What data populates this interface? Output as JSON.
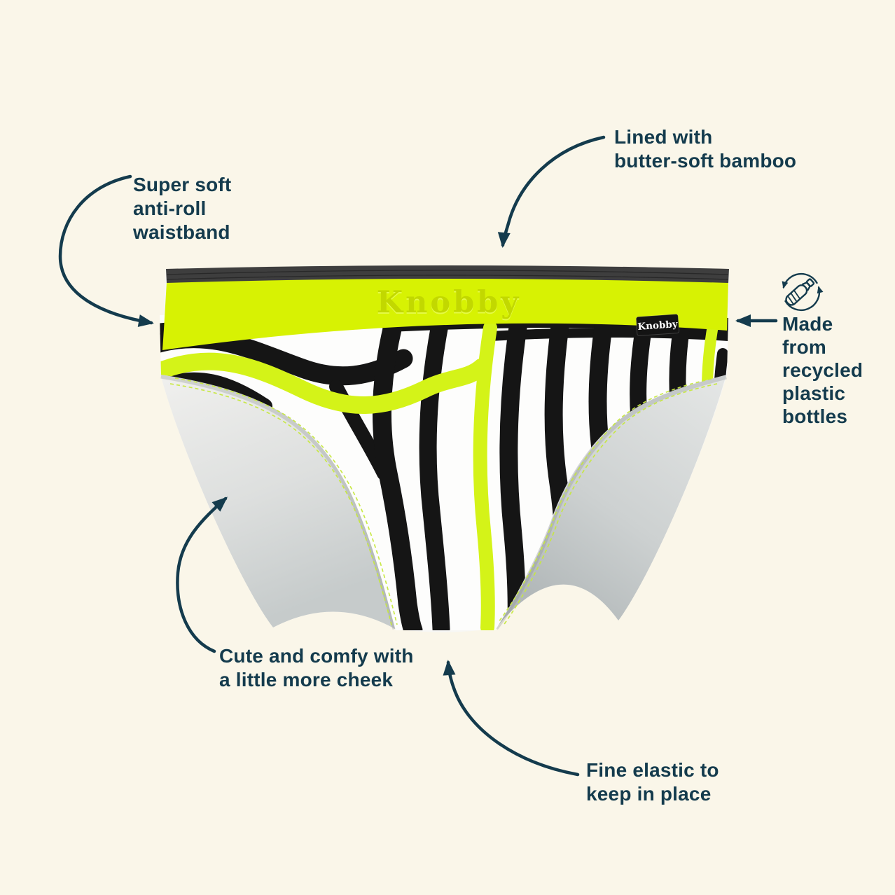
{
  "colors": {
    "background": "#FAF6E9",
    "annotation": "#143B4D",
    "waistband_yellow": "#D7F203",
    "waistband_dark": "#3E3E3E",
    "zebra_yellow": "#D4F318",
    "stripe_black": "#151515",
    "stitch_yellow": "#C6E83E",
    "lining_gray_light": "#EFEFED",
    "lining_gray_dark": "#B2B8B9",
    "tag_black": "#141414",
    "tag_text": "#FFFFFF"
  },
  "product": {
    "brand_waistband": "Knobby",
    "brand_tag": "Knobby"
  },
  "annotations": {
    "waistband": "Super soft\nanti-roll\nwaistband",
    "lining": "Lined with\nbutter-soft bamboo",
    "recycled": "Made\nfrom\nrecycled\nplastic\nbottles",
    "recycled_icon": "recycled-plastic-bottle-icon",
    "cheek": "Cute and comfy with\na little more cheek",
    "elastic": "Fine elastic to\nkeep in place"
  }
}
